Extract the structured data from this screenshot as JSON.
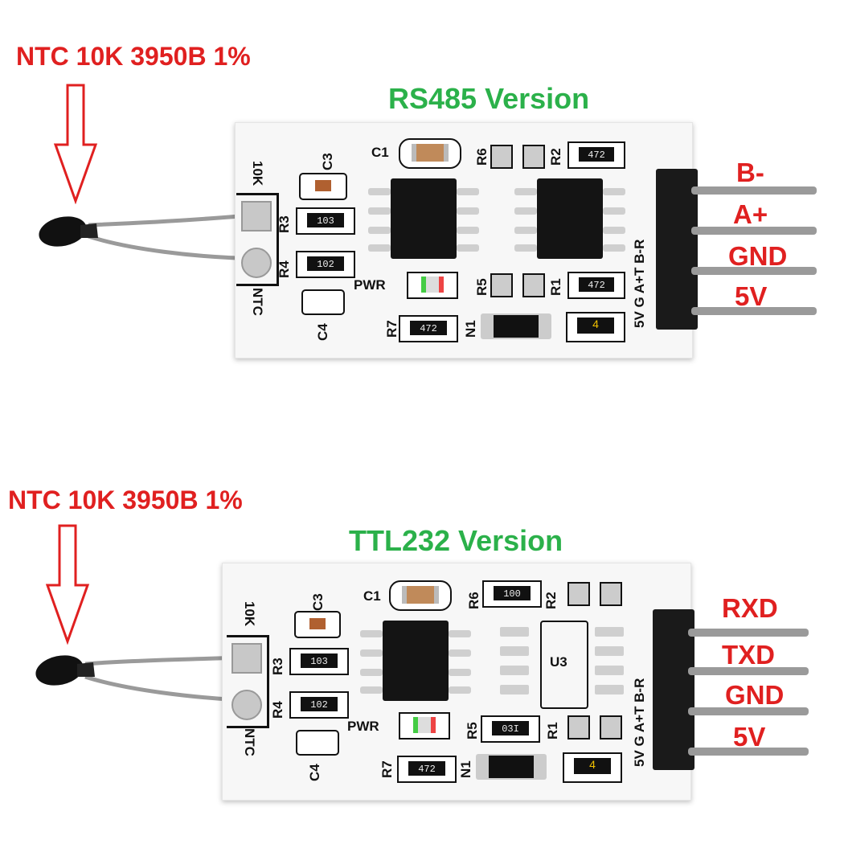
{
  "top": {
    "sensor_label": "NTC 10K 3950B 1%",
    "title": "RS485 Version",
    "pins": [
      "B-",
      "A+",
      "GND",
      "5V"
    ],
    "silkscreen": {
      "ntc_value": "10K",
      "ntc": "NTC",
      "c1": "C1",
      "c3": "C3",
      "c4": "C4",
      "r1": "R1",
      "r2": "R2",
      "r3": "R3",
      "r4": "R4",
      "r5": "R5",
      "r6": "R6",
      "r7": "R7",
      "n1": "N1",
      "pwr": "PWR",
      "header": "5V G A+T B-R"
    },
    "codes": {
      "r3": "103",
      "r4": "102",
      "r2": "472",
      "r1": "472",
      "r7": "472",
      "n": "4"
    }
  },
  "bottom": {
    "sensor_label": "NTC 10K 3950B 1%",
    "title": "TTL232 Version",
    "pins": [
      "RXD",
      "TXD",
      "GND",
      "5V"
    ],
    "silkscreen": {
      "ntc_value": "10K",
      "ntc": "NTC",
      "c1": "C1",
      "c3": "C3",
      "c4": "C4",
      "r1": "R1",
      "r2": "R2",
      "r3": "R3",
      "r4": "R4",
      "r5": "R5",
      "r6": "R6",
      "r7": "R7",
      "n1": "N1",
      "pwr": "PWR",
      "u3": "U3",
      "header": "5V G A+T B-R"
    },
    "codes": {
      "r3": "103",
      "r4": "102",
      "r6": "100",
      "r5": "03I",
      "r7": "472",
      "n": "4"
    }
  },
  "colors": {
    "label_red": "#e02020",
    "title_green": "#2bb14a"
  }
}
